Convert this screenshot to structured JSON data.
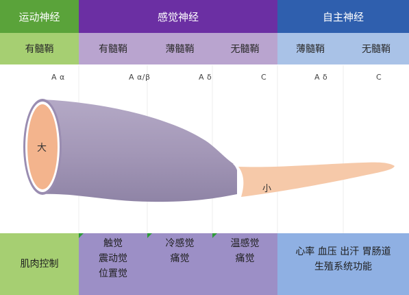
{
  "header": {
    "motor": "运动神经",
    "sensory": "感觉神经",
    "autonomic": "自主神经"
  },
  "subheader": {
    "motor_myelinated": "有髓鞘",
    "sensory_myelinated": "有髓鞘",
    "sensory_thin": "薄髓鞘",
    "sensory_unmyelinated": "无髓鞘",
    "auto_thin": "薄髓鞘",
    "auto_unmyelinated": "无髓鞘"
  },
  "fibers": {
    "motor": "A α",
    "sensory_ab": "A α/β",
    "sensory_d": "A δ",
    "sensory_c": "C",
    "auto_d": "A δ",
    "auto_c": "C"
  },
  "diameter": {
    "large": "大",
    "small": "小"
  },
  "functions": {
    "motor": "肌肉控制",
    "touch": [
      "触觉",
      "震动觉",
      "位置觉"
    ],
    "cold": [
      "冷感觉",
      "痛觉"
    ],
    "warm": [
      "温感觉",
      "痛觉"
    ],
    "autonomic": [
      "心率 血压 出汗 胃肠道",
      "生殖系统功能"
    ]
  },
  "colors": {
    "motor_header": "#5aa33a",
    "motor_sub": "#a6cf72",
    "sensory_header": "#6b2fa3",
    "sensory_sub": "#b9a4cf",
    "sensory_bottom": "#9c8fc6",
    "autonomic_header": "#2f5fae",
    "autonomic_sub": "#a9c2e7",
    "autonomic_bottom": "#8fb0e3",
    "fiber_body": "#a69ab9",
    "fiber_tail": "#f6c9a9"
  }
}
